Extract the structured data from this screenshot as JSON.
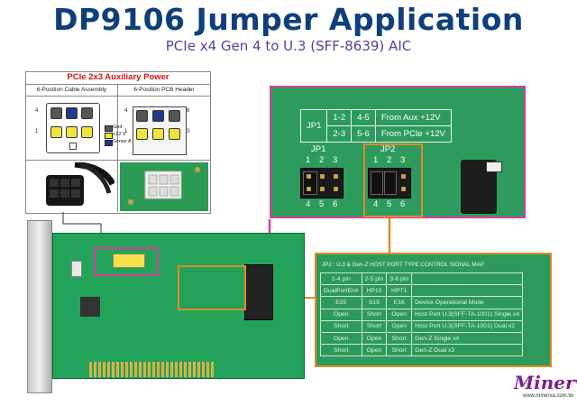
{
  "header": {
    "title": "DP9106 Jumper Application",
    "subtitle": "PCIe x4 Gen 4 to U.3 (SFF-8639) AIC"
  },
  "power_panel": {
    "title": "PCIe 2x3 Auxiliary Power",
    "col_left": "6-Position Cable Assembly",
    "col_right": "6-Position PCB Header",
    "pin_nums_top": "4",
    "pin_nums_top_right": "6",
    "pin_nums_bottom": "1",
    "pin_nums_bottom_right": "3",
    "legend": {
      "gnd": "Gnd",
      "v12": "+12 V",
      "sense": "Sense A"
    },
    "colors": {
      "gnd": "#555555",
      "v12": "#f2e23a",
      "sense": "#1f3a8a",
      "red": "#d11111"
    }
  },
  "zoom": {
    "jp1_label": "JP1",
    "jp2_label": "JP2",
    "table": [
      {
        "c1": "JP1",
        "c2": "1-2",
        "c3": "4-5",
        "c4": "From Aux +12V"
      },
      {
        "c2": "2-3",
        "c3": "5-6",
        "c4": "From PCIe +12V"
      }
    ],
    "pins_top": [
      "1",
      "2",
      "3"
    ],
    "pins_bottom": [
      "4",
      "5",
      "6"
    ]
  },
  "signal_map": {
    "title": "JP2 : U.3 & Gen-Z HOST PORT TYPE CONTROL SIGNAL MAP",
    "rows": [
      [
        "1-4 pin",
        "2-5 pin",
        "3-6 pin",
        ""
      ],
      [
        "DualPortEn#",
        "HP10",
        "HPT1",
        ""
      ],
      [
        "E25",
        "S15",
        "E16",
        "Device Operational Mode"
      ],
      [
        "Open",
        "Short",
        "Open",
        "Host Port U.3(SFF-TA-1001) Single x4"
      ],
      [
        "Short",
        "Short",
        "Open",
        "Host Port U.3(SFF-TA-1001) Dual x2"
      ],
      [
        "Open",
        "Open",
        "Short",
        "Gen-Z Single x4"
      ],
      [
        "Short",
        "Open",
        "Short",
        "Gen-Z Dual x2"
      ]
    ]
  },
  "brand": {
    "logo": "Minerva",
    "url": "www.minerva.com.tw"
  },
  "accent_colors": {
    "title": "#0e3f7a",
    "subtitle": "#5a3e9c",
    "zoom_border": "#d63b9e",
    "map_border": "#e08a28",
    "pcb": "#2e9b5e"
  }
}
